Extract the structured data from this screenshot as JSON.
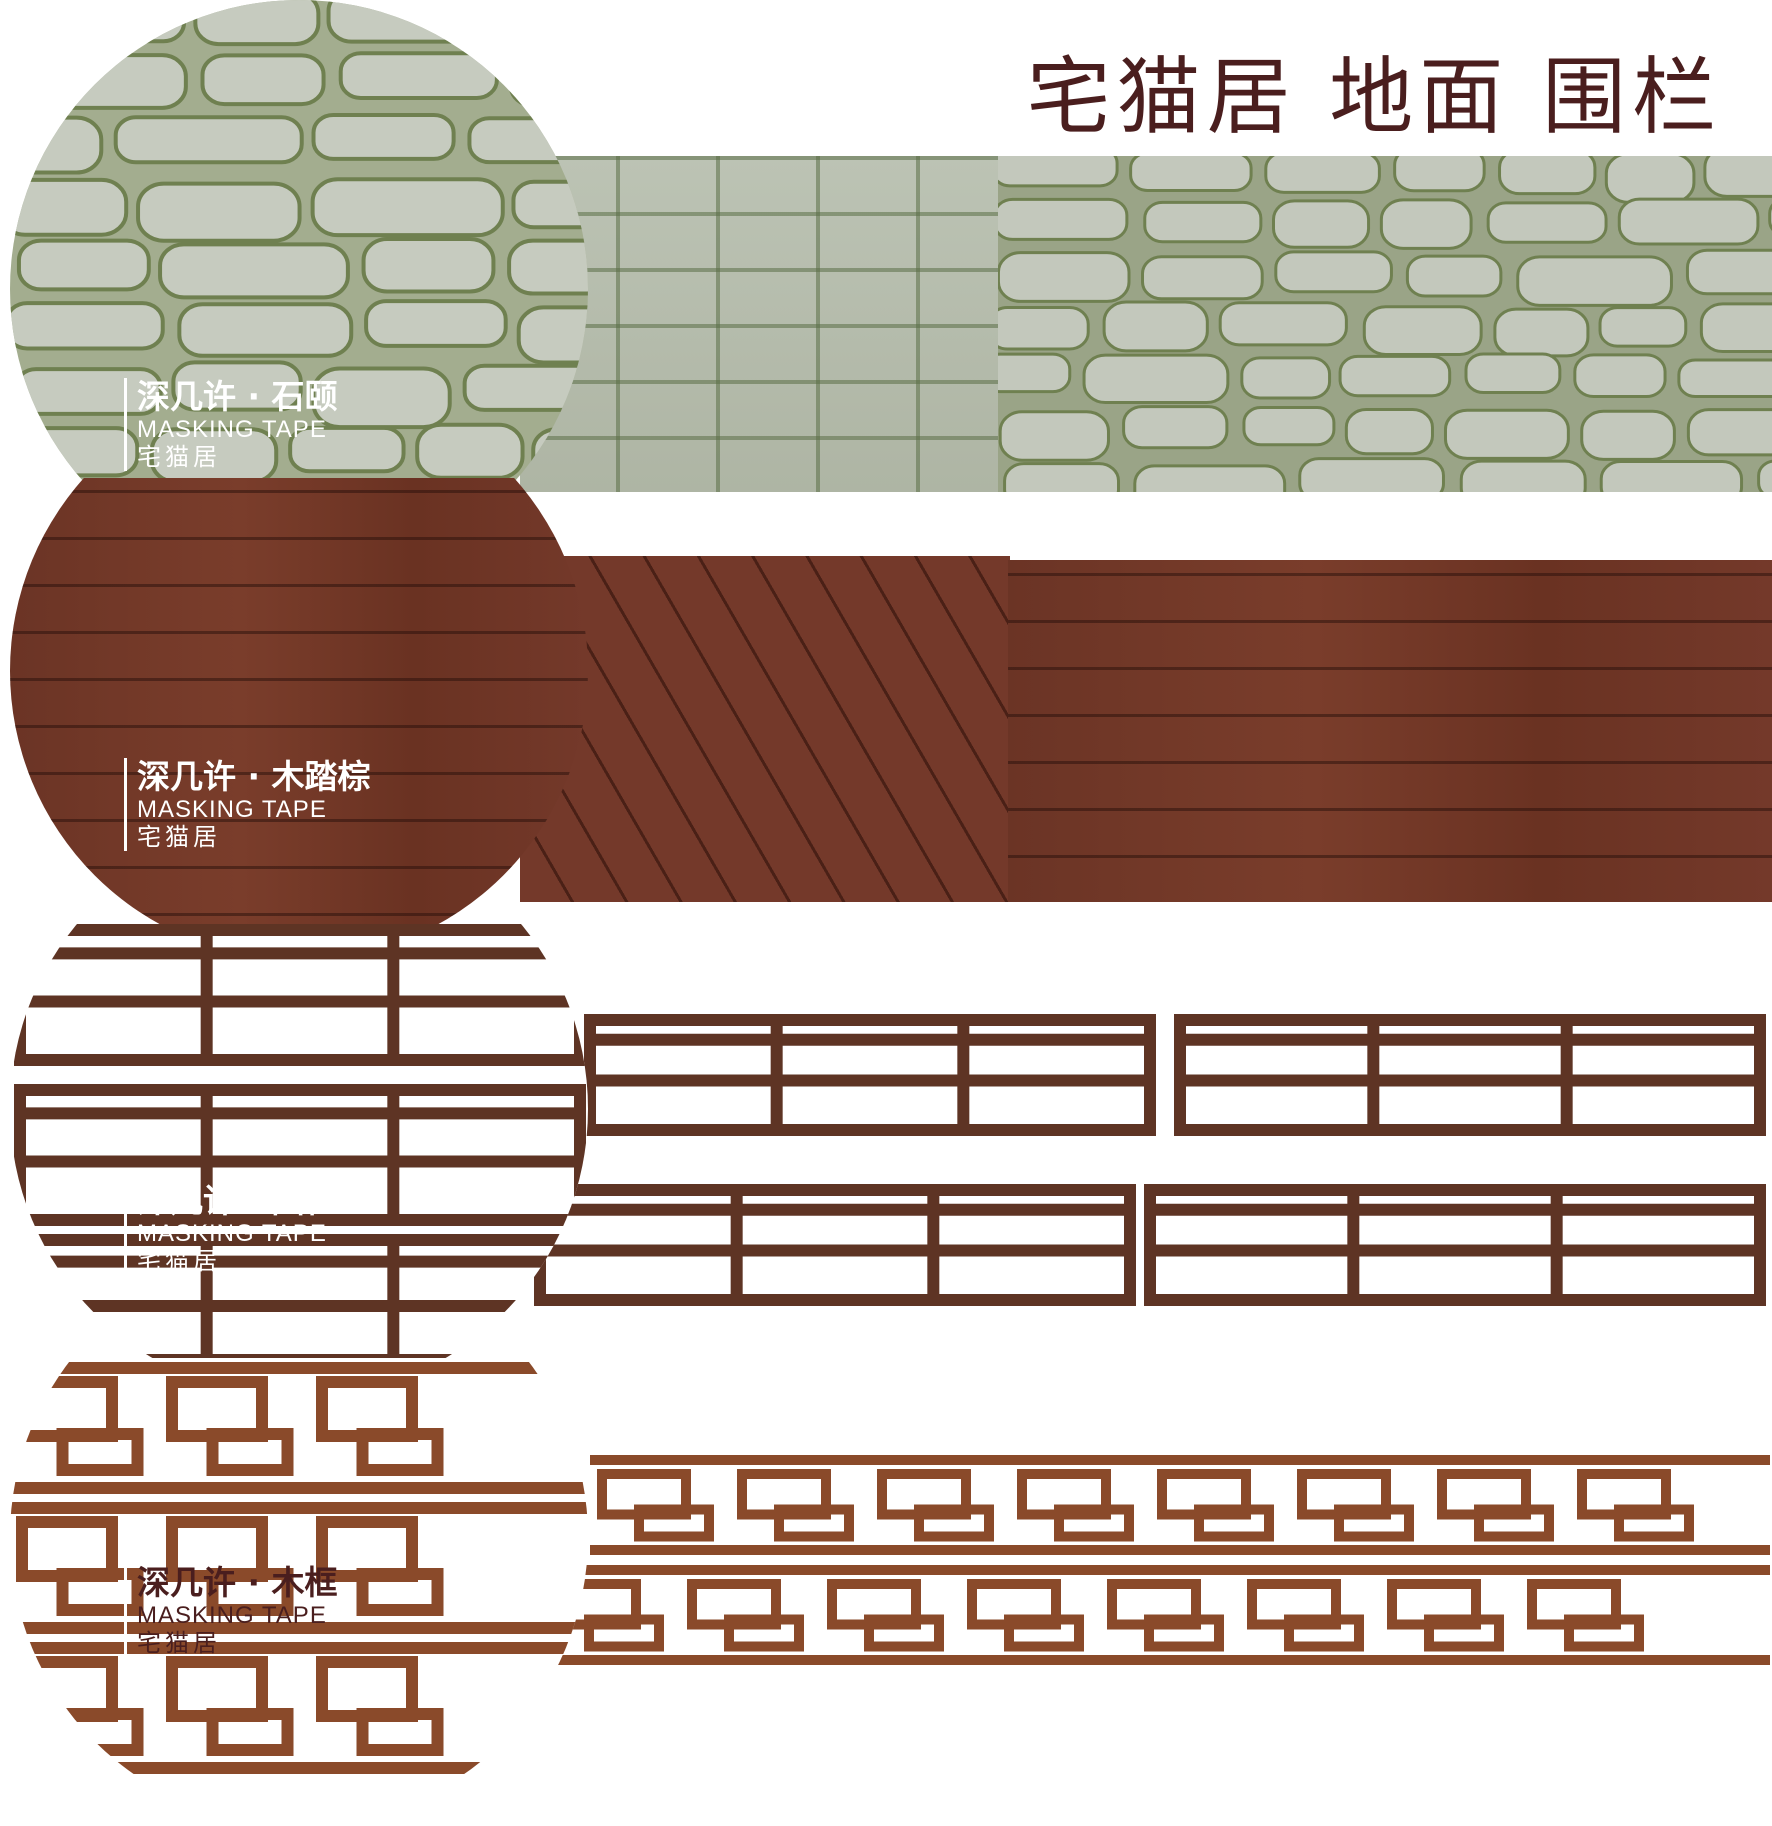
{
  "page": {
    "title": "宅猫居 地面 围栏"
  },
  "tapes": [
    {
      "name": "深几许 · 石颐",
      "sub": "MASKING TAPE",
      "brand": "宅猫居",
      "pattern": "stone-path"
    },
    {
      "name": "深几许 · 木踏棕",
      "sub": "MASKING TAPE",
      "brand": "宅猫居",
      "pattern": "wood-plank"
    },
    {
      "name": "深几许 · 围栏",
      "sub": "MASKING TAPE",
      "brand": "宅猫居",
      "pattern": "wooden-railing"
    },
    {
      "name": "深几许 · 木框",
      "sub": "MASKING TAPE",
      "brand": "宅猫居",
      "pattern": "lattice-frame"
    }
  ],
  "colors": {
    "title": "#4a1e1e",
    "stone": "#b8bfae",
    "moss": "#7a8f55",
    "wood": "#6e3626",
    "rail": "#5e3424",
    "lattice": "#8a4a2a"
  }
}
